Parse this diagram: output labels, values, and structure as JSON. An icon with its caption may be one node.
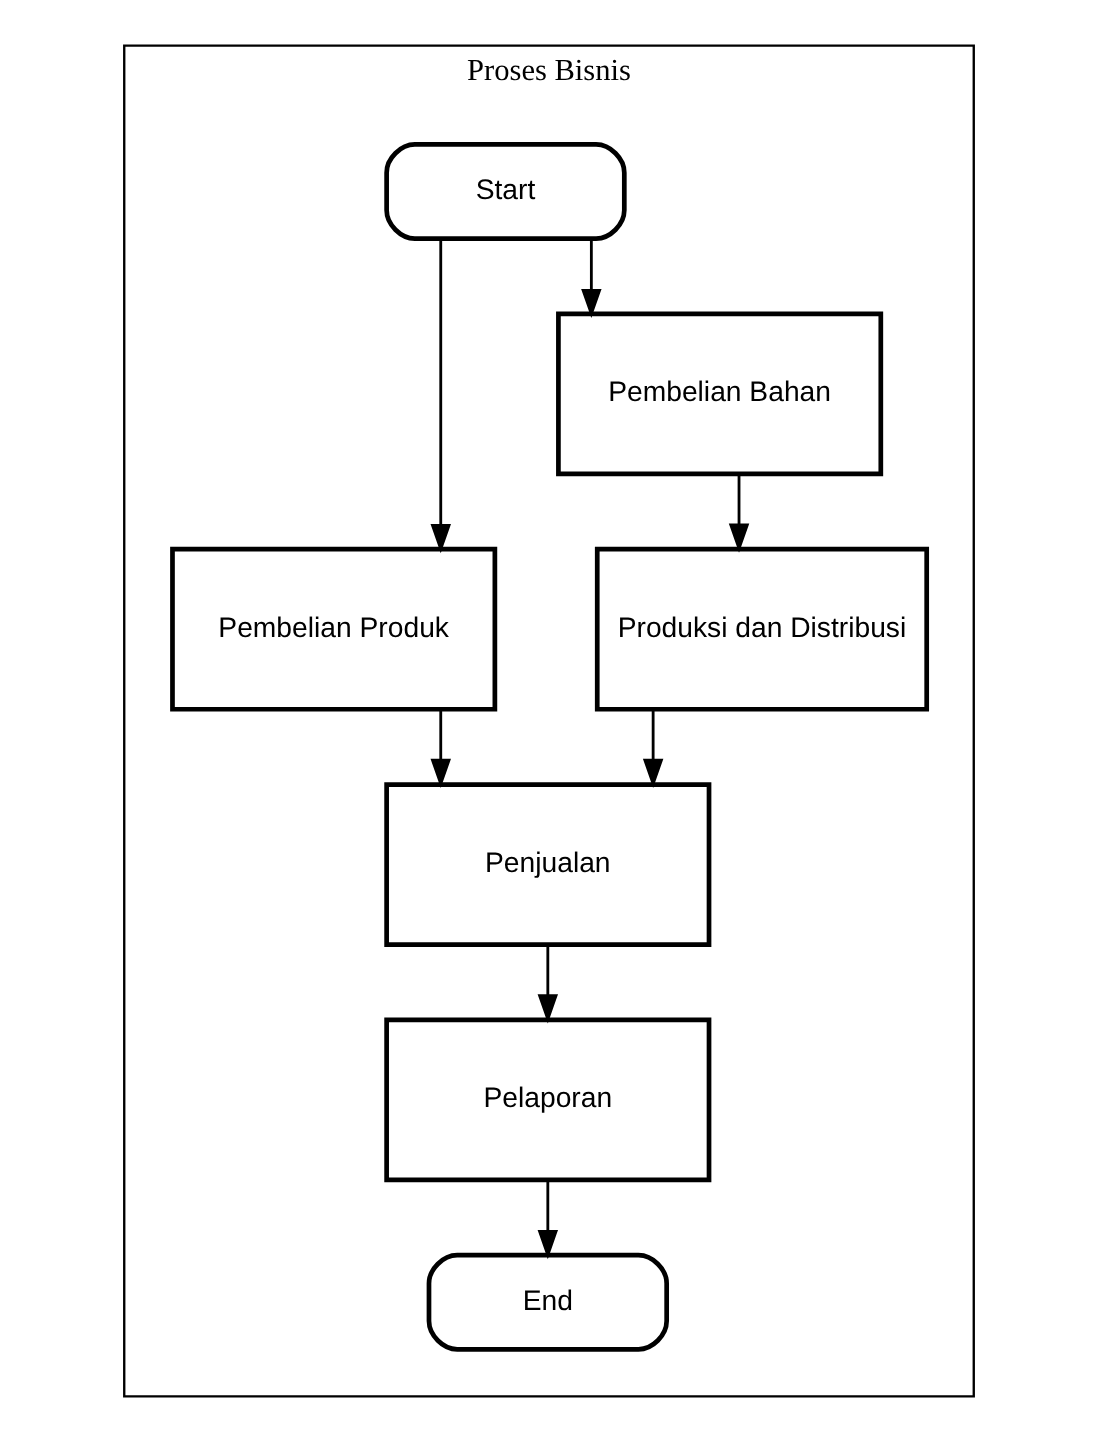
{
  "diagram": {
    "nodes": [
      {
        "text": [
          "Proses Bisnis"
        ]
      },
      {
        "text": [
          "Start"
        ],
        "in": 0
      },
      {
        "text": [
          "Pembelian Produk"
        ],
        "in": 0
      },
      {
        "text": [
          "Pembelian Bahan"
        ],
        "in": 0
      },
      {
        "text": [
          "Produksi dan Distribusi"
        ],
        "in": 0
      },
      {
        "text": [
          "Penjualan"
        ],
        "in": 0
      },
      {
        "text": [
          "Pelaporan"
        ],
        "in": 0
      },
      {
        "text": [
          "End"
        ],
        "in": 0
      }
    ],
    "edges": [
      {
        "from": 1,
        "to": 2,
        "arrow": "to"
      },
      {
        "from": 1,
        "to": 3,
        "arrow": "to"
      },
      {
        "from": 3,
        "to": 4,
        "arrow": "to"
      },
      {
        "from": 2,
        "to": 5,
        "arrow": "to"
      },
      {
        "from": 4,
        "to": 5,
        "arrow": "to"
      },
      {
        "from": 5,
        "to": 6,
        "arrow": "to"
      },
      {
        "from": 6,
        "to": 7,
        "arrow": "to"
      }
    ]
  }
}
